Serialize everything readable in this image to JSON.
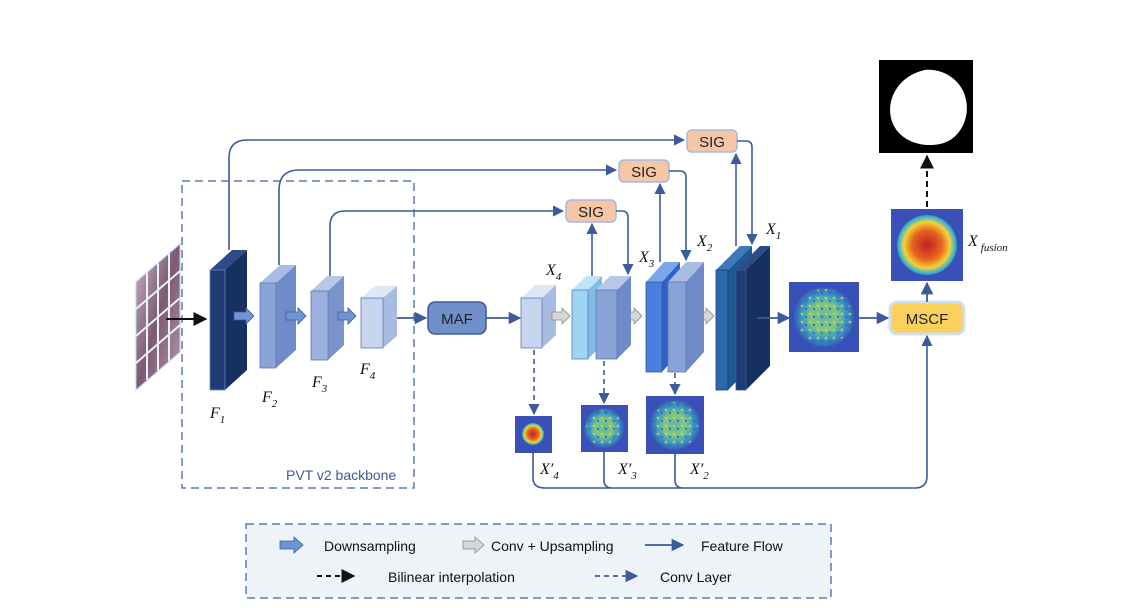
{
  "backbone": {
    "title": "PVT v2 backbone"
  },
  "encoder_labels": {
    "f1": "F",
    "f1_sub": "1",
    "f2": "F",
    "f2_sub": "2",
    "f3": "F",
    "f3_sub": "3",
    "f4": "F",
    "f4_sub": "4"
  },
  "decoder_labels": {
    "x4": "X",
    "x4_sub": "4",
    "x3": "X",
    "x3_sub": "3",
    "x2": "X",
    "x2_sub": "2",
    "x1": "X",
    "x1_sub": "1",
    "x4p": "X′",
    "x4p_sub": "4",
    "x3p": "X′",
    "x3p_sub": "3",
    "x2p": "X′",
    "x2p_sub": "2",
    "fusion": "X",
    "fusion_sub": "fusion"
  },
  "modules": {
    "maf": "MAF",
    "sig": "SIG",
    "mscf": "MSCF"
  },
  "legend": {
    "downsampling": "Downsampling",
    "conv_upsampling": "Conv + Upsampling",
    "feature_flow": "Feature Flow",
    "bilinear": "Bilinear interpolation",
    "conv_layer": "Conv Layer"
  },
  "colors": {
    "flow": "#3d5a9a",
    "sig_fill": "#f7c6a6",
    "maf_fill": "#6f8fc9",
    "mscf_fill": "#fbd15c",
    "dark_block": "#1f3b73",
    "legend_bg": "#eef3f8"
  }
}
